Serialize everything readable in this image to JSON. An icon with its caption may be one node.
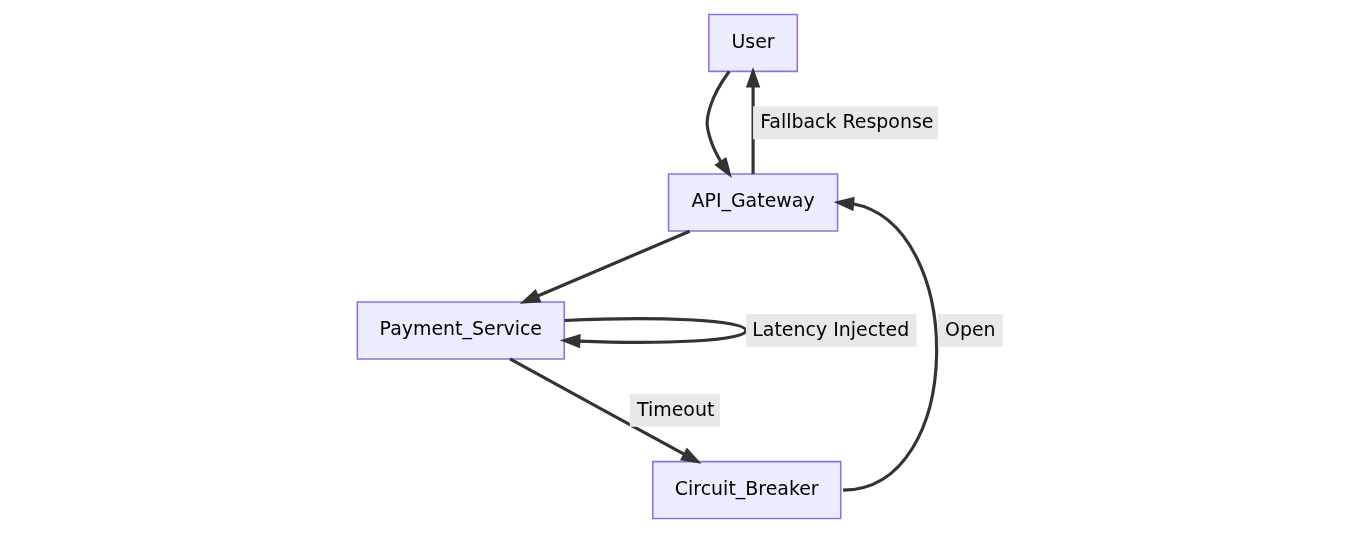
{
  "diagram": {
    "nodes": [
      {
        "text": [
          "User"
        ]
      },
      {
        "text": [
          "API_Gateway"
        ]
      },
      {
        "text": [
          "Payment_Service"
        ]
      },
      {
        "text": [
          "Circuit_Breaker"
        ]
      }
    ],
    "edges": [
      {
        "from": 0,
        "to": 1,
        "arrow": "to"
      },
      {
        "from": 1,
        "to": 0,
        "arrow": "to",
        "label": "Fallback Response"
      },
      {
        "from": 1,
        "to": 2,
        "arrow": "to"
      },
      {
        "from": 2,
        "to": 2,
        "arrow": "to",
        "label": "Latency Injected"
      },
      {
        "from": 2,
        "to": 3,
        "arrow": "to",
        "label": "Timeout"
      },
      {
        "from": 3,
        "to": 1,
        "arrow": "to",
        "label": "Open"
      }
    ]
  }
}
